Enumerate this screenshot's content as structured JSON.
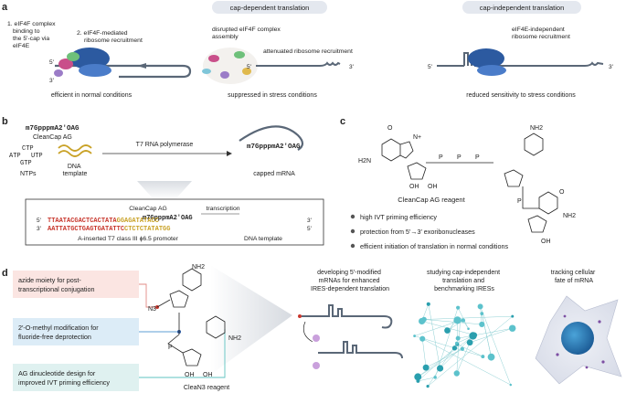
{
  "panel_a": {
    "letter": "a",
    "pill_cap_dependent": "cap-dependent translation",
    "pill_cap_independent": "cap-independent translation",
    "label_binding": [
      "1. eIF4F complex",
      "binding to",
      "the 5'-cap via",
      "eIF4E"
    ],
    "label_recruit": [
      "2. eIF4F-mediated",
      "ribosome recruitment"
    ],
    "label_disrupted": [
      "disrupted eIF4F complex",
      "assembly"
    ],
    "label_attenuated": [
      "attenuated ribosome recruitment"
    ],
    "label_eif4e_indep": [
      "eIF4E-independent",
      "ribosome recruitment"
    ],
    "caption_left": "efficient in normal conditions",
    "caption_mid": "suppressed in stress conditions",
    "caption_right": "reduced sensitivity to stress conditions",
    "five_prime": "5'",
    "three_prime": "3'",
    "colors": {
      "mrna": "#5a6777",
      "ribosome": "#2c5aa0",
      "eif4e": "#c94f8a",
      "accent_green": "#4caf50"
    }
  },
  "panel_b": {
    "letter": "b",
    "cap_formula": "m7GpppmA2′OAG",
    "cap_name": "CleanCap AG",
    "ntp_letters": [
      "CTP",
      "ATP",
      "UTP",
      "GTP"
    ],
    "ntp_label": "NTPs",
    "dna_label": [
      "DNA",
      "template"
    ],
    "enzyme": "T7 RNA polymerase",
    "capped_label": "capped mRNA",
    "box_cleancap": "CleanCap AG",
    "box_transcription": "transcription",
    "box_cap_formula": "m7GpppmA2′OAG",
    "box_promoter": "A-inserted T7 class III ϕ6.5 promoter",
    "box_template": "DNA template",
    "top_strand": [
      "TTAATACG",
      "ACTCACTATA",
      "GGAGATATACC"
    ],
    "bottom_strand": [
      "AATTATGCTGAGTGATATTC",
      "CTCTCTATATGG"
    ],
    "colors": {
      "green": "#2e8b3a",
      "purple": "#5a4ea0",
      "red": "#c8372d",
      "gold": "#c9a227"
    }
  },
  "panel_c": {
    "letter": "c",
    "reagent": "CleanCap AG reagent",
    "bullets": [
      "high IVT priming efficiency",
      "protection from 5′→3′ exoribonucleases",
      "efficient initiation of translation in normal conditions"
    ],
    "atoms": {
      "o": "O",
      "oh": "OH",
      "nh2": "NH2",
      "h2n": "H2N",
      "n": "N",
      "p": "P",
      "nplus": "N+"
    }
  },
  "panel_d": {
    "letter": "d",
    "boxes": [
      [
        "azide moiety for post-",
        "transcriptional conjugation"
      ],
      [
        "2′-O-methyl modification for",
        "fluoride-free deprotection"
      ],
      [
        "AG dinucleotide design for",
        "improved IVT priming efficiency"
      ]
    ],
    "reagent": "CleaN3 reagent",
    "n3": "N3",
    "app1": [
      "developing 5′-modified",
      "mRNAs for enhanced",
      "IRES-dependent translation"
    ],
    "app2": [
      "studying cap-independent",
      "translation and",
      "benchmarking IRESs"
    ],
    "app3": [
      "tracking cellular",
      "fate of mRNA"
    ],
    "colors": {
      "box_red": "#fbe5e2",
      "box_blue": "#dcecf7",
      "box_teal": "#dff1f0",
      "line_red": "#e28b85",
      "line_blue": "#5c9fd6",
      "line_teal": "#5fc3c0"
    }
  }
}
